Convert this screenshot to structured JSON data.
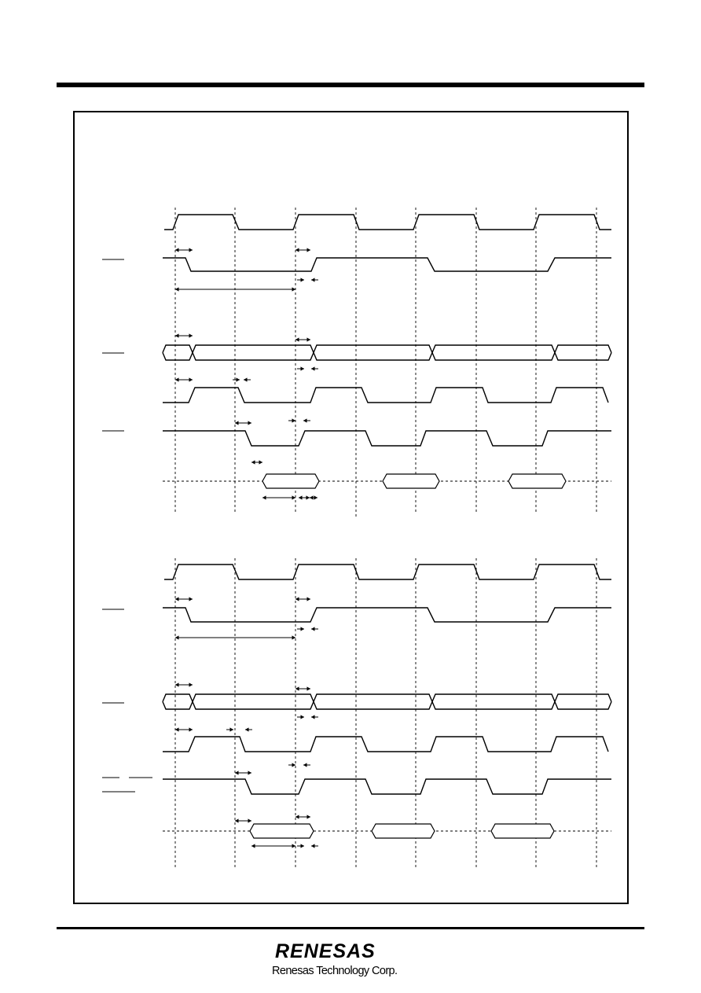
{
  "logo": {
    "word": "RENESAS",
    "company": "Renesas Technology Corp."
  },
  "diagram": {
    "description_visible": "timing diagram with two panels of waveforms",
    "panels": 2
  }
}
